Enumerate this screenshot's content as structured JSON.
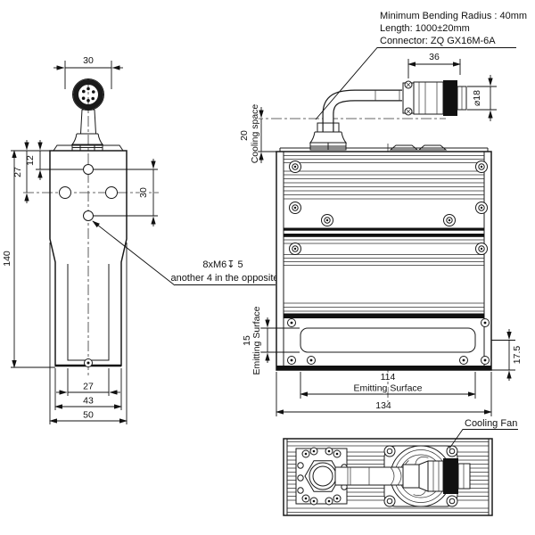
{
  "notes": {
    "bending_radius": "Minimum Bending Radius : 40mm",
    "cable_length": "Length: 1000±20mm",
    "connector_model": "Connector: ZQ GX16M-6A",
    "thread_spec_line1": "8xM6↧ 5",
    "thread_spec_line2": "another 4 in the opposite",
    "cooling_fan": "Cooling Fan",
    "cooling_space": "Cooling space",
    "emitting_surface_side": "Emitting Surface",
    "emitting_surface_front": "Emitting Surface"
  },
  "dimensions": {
    "side_view": {
      "connector_width": "30",
      "top_to_center_hole": "12",
      "top_to_side_holes": "27",
      "overall_height": "140",
      "hole_row_spacing": "30",
      "bottom_inner_width": "27",
      "bottom_mid_width": "43",
      "bottom_outer_width": "50"
    },
    "front_view": {
      "connector_length": "36",
      "connector_diameter": "⌀18",
      "cooling_space_height": "20",
      "emitting_surface_height": "15",
      "center_to_bottom": "17.5",
      "emitting_surface_width": "114",
      "overall_width": "134"
    }
  },
  "colors": {
    "line": "#1a1a1a",
    "background": "#ffffff"
  }
}
